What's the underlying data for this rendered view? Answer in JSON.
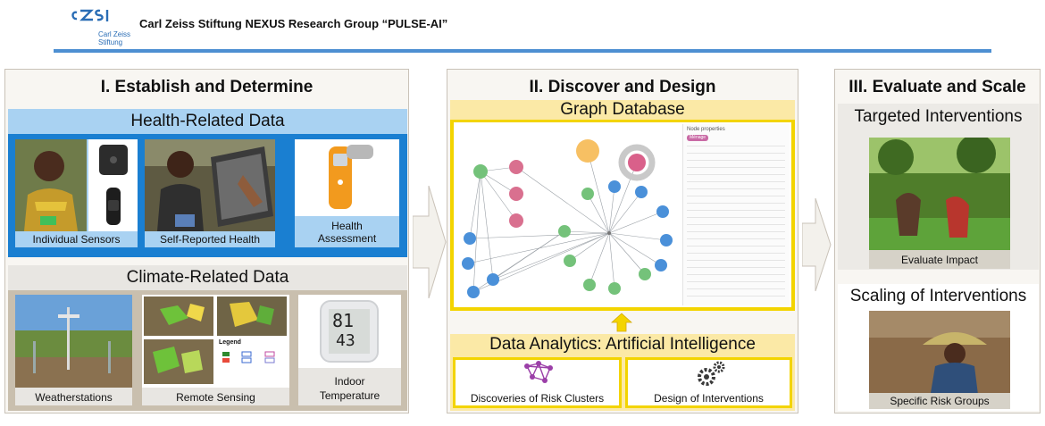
{
  "header": {
    "logo_name_line1": "Carl Zeiss",
    "logo_name_line2": "Stiftung",
    "title": "Carl Zeiss Stiftung NEXUS Research Group “PULSE-AI”"
  },
  "colors": {
    "accent_blue": "#4d8fd2",
    "health_blue": "#1a7fd1",
    "climate_tan": "#c9bfae",
    "graph_yellow": "#f3d400"
  },
  "column1": {
    "title": "I. Establish and Determine",
    "health": {
      "banner": "Health-Related Data",
      "items": [
        {
          "label": "Individual Sensors"
        },
        {
          "label": "Self-Reported Health"
        },
        {
          "label_line1": "Health",
          "label_line2": "Assessment"
        }
      ]
    },
    "climate": {
      "banner": "Climate-Related Data",
      "items": [
        {
          "label": "Weatherstations"
        },
        {
          "label": "Remote Sensing"
        },
        {
          "label_line1": "Indoor",
          "label_line2": "Temperature"
        }
      ],
      "thermometer": {
        "value1": "81",
        "value2": "43"
      },
      "map_legend_title": "Legend"
    }
  },
  "column2": {
    "title": "II. Discover and Design",
    "graph_banner": "Graph Database",
    "graph_panel_title": "Node properties",
    "graph_panel_tag": "Ménage",
    "analytics_banner": "Data Analytics: Artificial Intelligence",
    "outputs": [
      {
        "label": "Discoveries of Risk Clusters",
        "icon": "network-icon"
      },
      {
        "label": "Design of Interventions",
        "icon": "gears-icon"
      }
    ]
  },
  "column3": {
    "title": "III. Evaluate and Scale",
    "sections": [
      {
        "banner": "Targeted Interventions",
        "caption": "Evaluate Impact"
      },
      {
        "banner": "Scaling of Interventions",
        "caption": "Specific Risk Groups"
      }
    ]
  }
}
